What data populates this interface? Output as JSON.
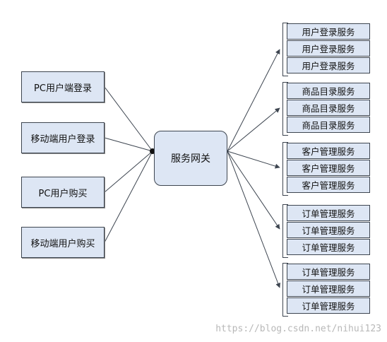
{
  "clients": [
    {
      "label": "PC用户端登录"
    },
    {
      "label": "移动端用户登录"
    },
    {
      "label": "PC用户购买"
    },
    {
      "label": "移动端用户购买"
    }
  ],
  "gateway": {
    "label": "服务网关"
  },
  "service_groups": [
    {
      "items": [
        "用户登录服务",
        "用户登录服务",
        "用户登录服务"
      ]
    },
    {
      "items": [
        "商品目录服务",
        "商品目录服务",
        "商品目录服务"
      ]
    },
    {
      "items": [
        "客户管理服务",
        "客户管理服务",
        "客户管理服务"
      ]
    },
    {
      "items": [
        "订单管理服务",
        "订单管理服务",
        "订单管理服务"
      ]
    },
    {
      "items": [
        "订单管理服务",
        "订单管理服务",
        "订单管理服务"
      ]
    }
  ],
  "watermark": "https://blog.csdn.net/nihui123"
}
